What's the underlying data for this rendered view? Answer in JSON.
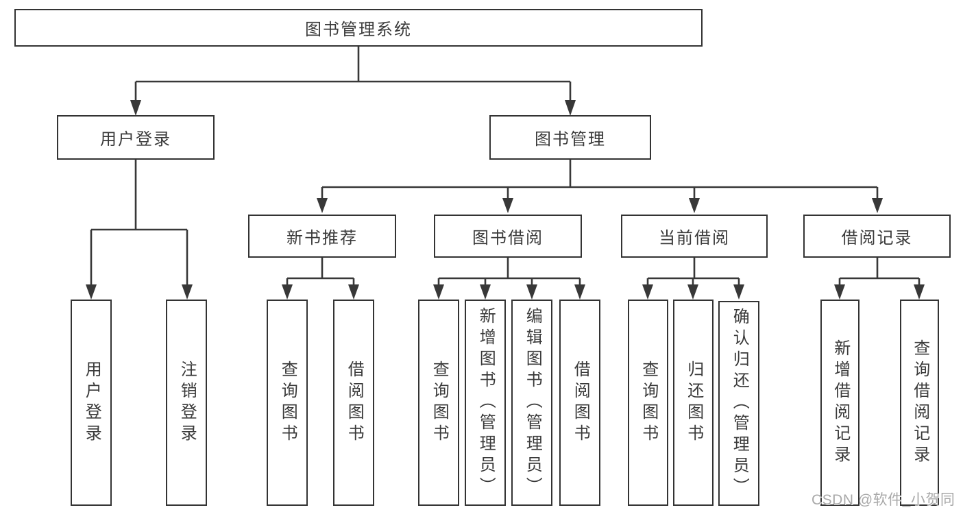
{
  "diagram": {
    "root": {
      "label": "图书管理系统"
    },
    "branches": [
      {
        "label": "用户登录",
        "children": [
          {
            "label": "用户登录"
          },
          {
            "label": "注销登录"
          }
        ]
      },
      {
        "label": "图书管理",
        "children": [
          {
            "label": "新书推荐",
            "children": [
              {
                "label": "查询图书"
              },
              {
                "label": "借阅图书"
              }
            ]
          },
          {
            "label": "图书借阅",
            "children": [
              {
                "label": "查询图书"
              },
              {
                "label": "新增图书（管理员）"
              },
              {
                "label": "编辑图书（管理员）"
              },
              {
                "label": "借阅图书"
              }
            ]
          },
          {
            "label": "当前借阅",
            "children": [
              {
                "label": "查询图书"
              },
              {
                "label": "归还图书"
              },
              {
                "label": "确认归还（管理员）"
              }
            ]
          },
          {
            "label": "借阅记录",
            "children": [
              {
                "label": "新增借阅记录"
              },
              {
                "label": "查询借阅记录"
              }
            ]
          }
        ]
      }
    ]
  },
  "watermark": {
    "text": "CSDN @软件_小贺同学"
  },
  "colors": {
    "line": "#383838",
    "border": "#333333",
    "text": "#3a3a3a",
    "watermark": "#a9a9a9",
    "background": "#ffffff"
  }
}
